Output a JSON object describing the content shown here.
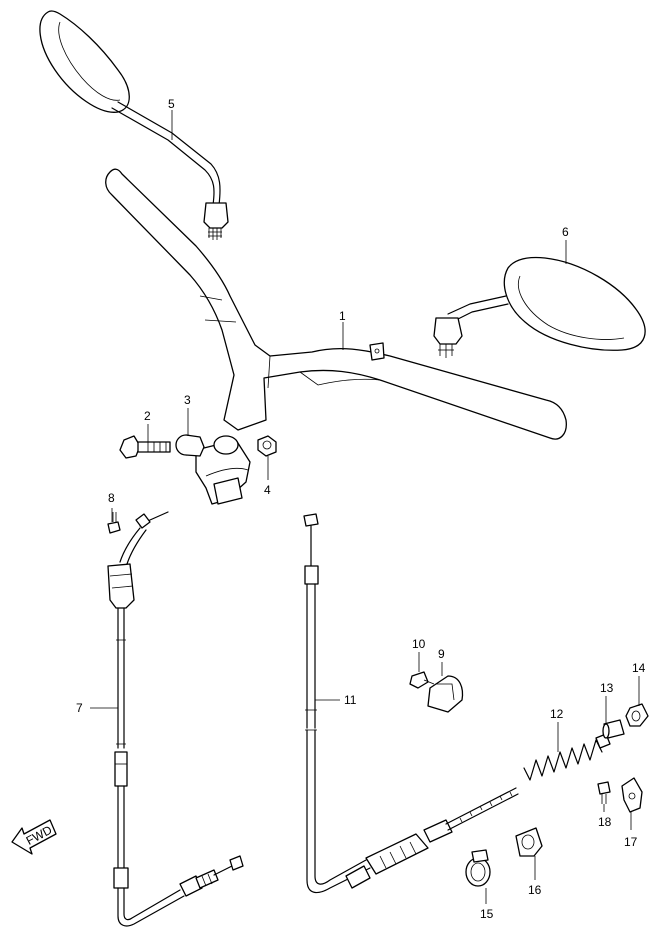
{
  "labels": {
    "p1": "1",
    "p2": "2",
    "p3": "3",
    "p4": "4",
    "p5": "5",
    "p6": "6",
    "p7": "7",
    "p8": "8",
    "p9": "9",
    "p10": "10",
    "p11": "11",
    "p12": "12",
    "p13": "13",
    "p14": "14",
    "p15": "15",
    "p16": "16",
    "p17": "17",
    "p18": "18"
  },
  "fwd": "FWD"
}
